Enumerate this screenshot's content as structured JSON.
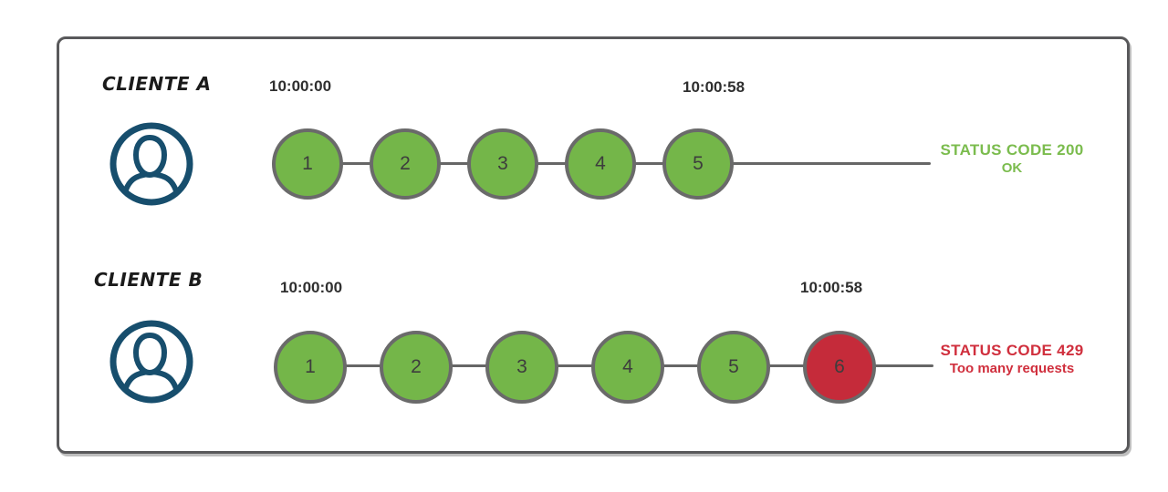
{
  "colors": {
    "success_fill": "#74b649",
    "error_fill": "#c52b3a",
    "success_text": "#7bbc4e",
    "error_text": "#d02f3d",
    "avatar": "#174e6d",
    "circle_border": "#6a6a6a",
    "connector": "#666666",
    "box_border": "#59595b"
  },
  "rows": [
    {
      "client": "CLIENTE A",
      "start_time": "10:00:00",
      "end_time": "10:00:58",
      "requests": [
        {
          "n": "1",
          "status": "ok"
        },
        {
          "n": "2",
          "status": "ok"
        },
        {
          "n": "3",
          "status": "ok"
        },
        {
          "n": "4",
          "status": "ok"
        },
        {
          "n": "5",
          "status": "ok"
        }
      ],
      "status_code": "STATUS CODE 200",
      "status_detail": "OK",
      "status_type": "success"
    },
    {
      "client": "CLIENTE B",
      "start_time": "10:00:00",
      "end_time": "10:00:58",
      "requests": [
        {
          "n": "1",
          "status": "ok"
        },
        {
          "n": "2",
          "status": "ok"
        },
        {
          "n": "3",
          "status": "ok"
        },
        {
          "n": "4",
          "status": "ok"
        },
        {
          "n": "5",
          "status": "ok"
        },
        {
          "n": "6",
          "status": "error"
        }
      ],
      "status_code": "STATUS CODE 429",
      "status_detail": "Too many requests",
      "status_type": "error"
    }
  ]
}
